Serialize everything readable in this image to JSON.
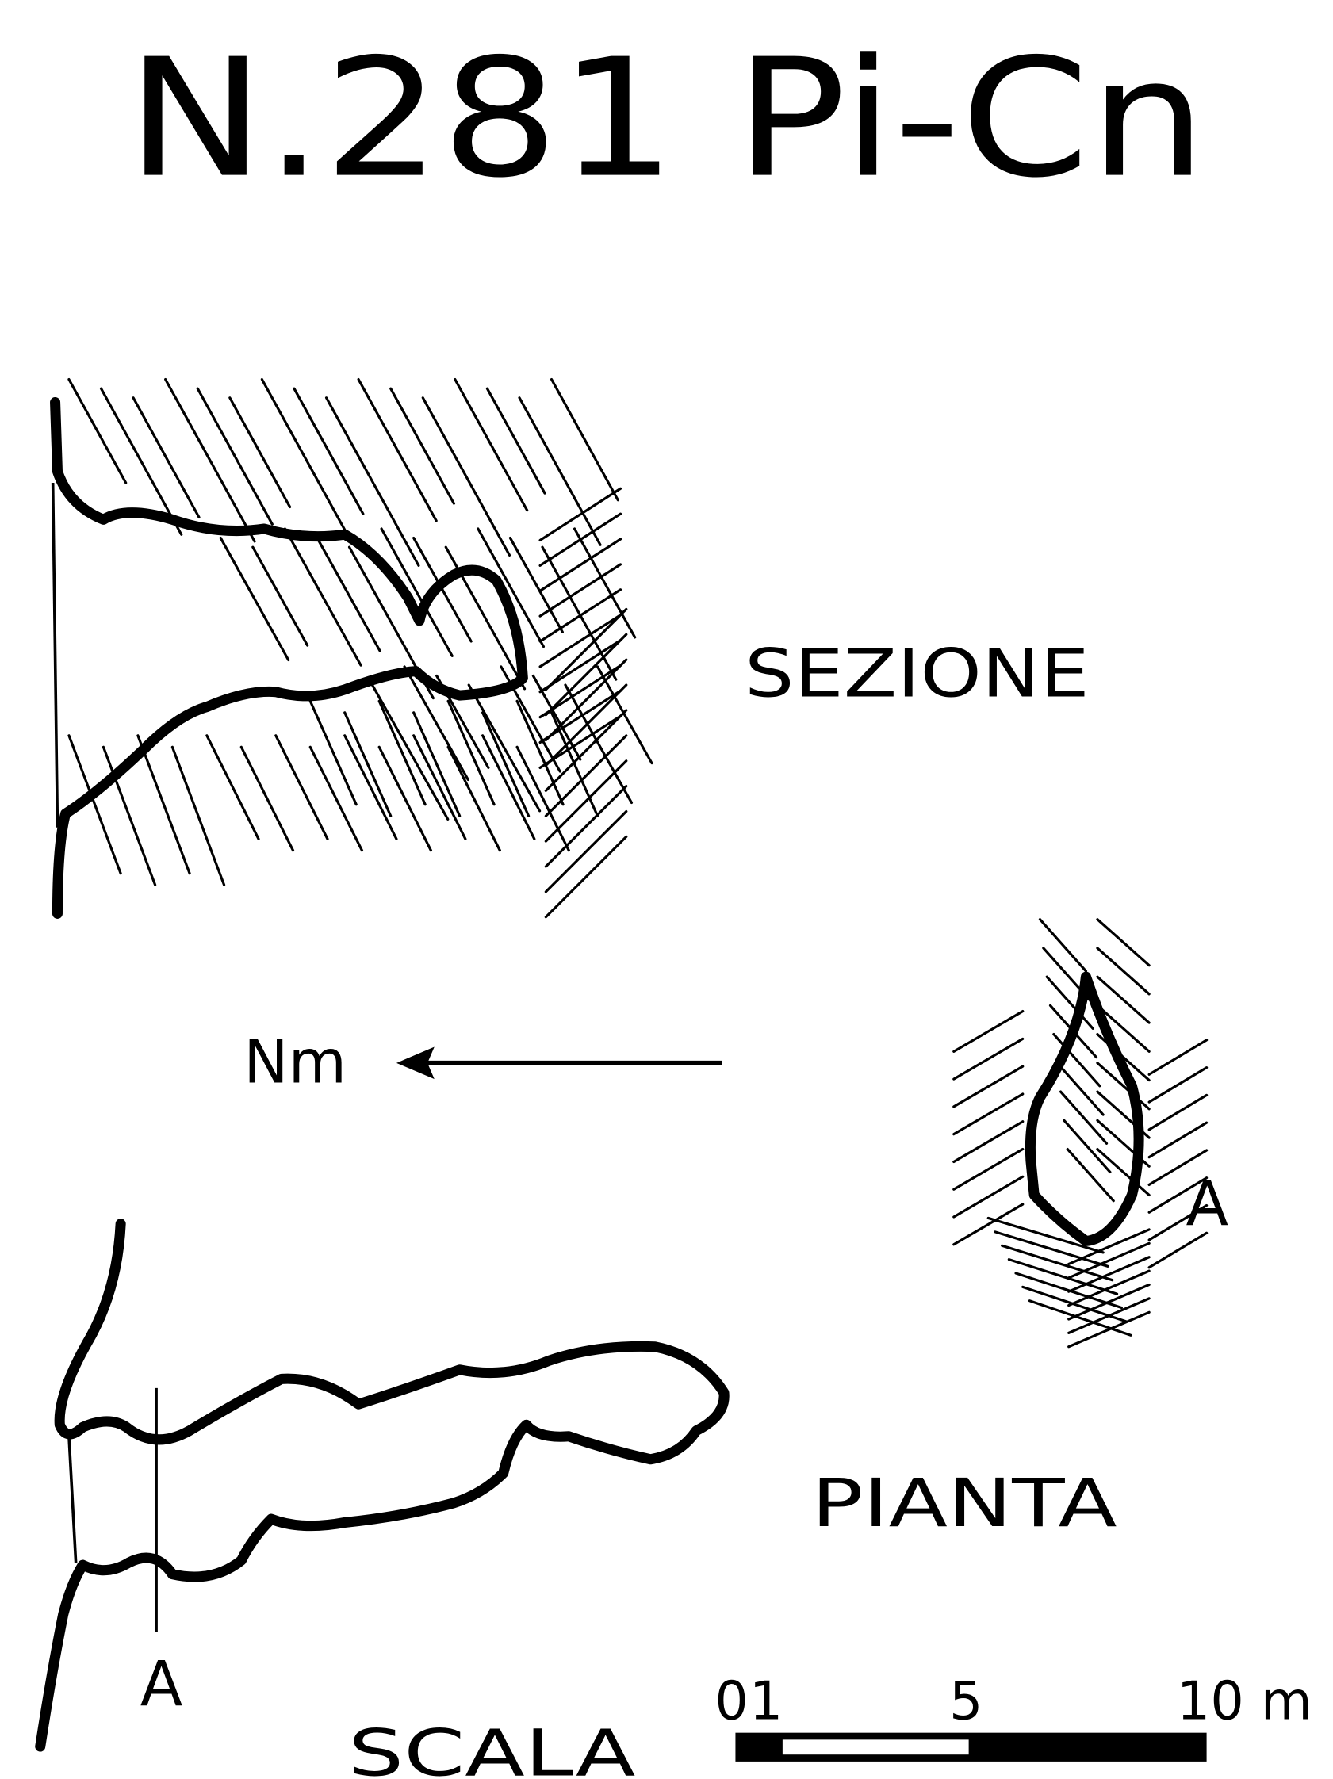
{
  "title": "N.281 Pi-Cn",
  "section": {
    "label": "SEZIONE"
  },
  "plan": {
    "label": "PIANTA",
    "section_marker": "A"
  },
  "cross_section": {
    "marker": "A"
  },
  "north_arrow": {
    "label": "Nm"
  },
  "scale": {
    "label": "SCALA",
    "ticks": [
      "0",
      "1",
      "5",
      "10 m"
    ]
  },
  "colors": {
    "ink": "#000000",
    "paper": "#ffffff"
  }
}
